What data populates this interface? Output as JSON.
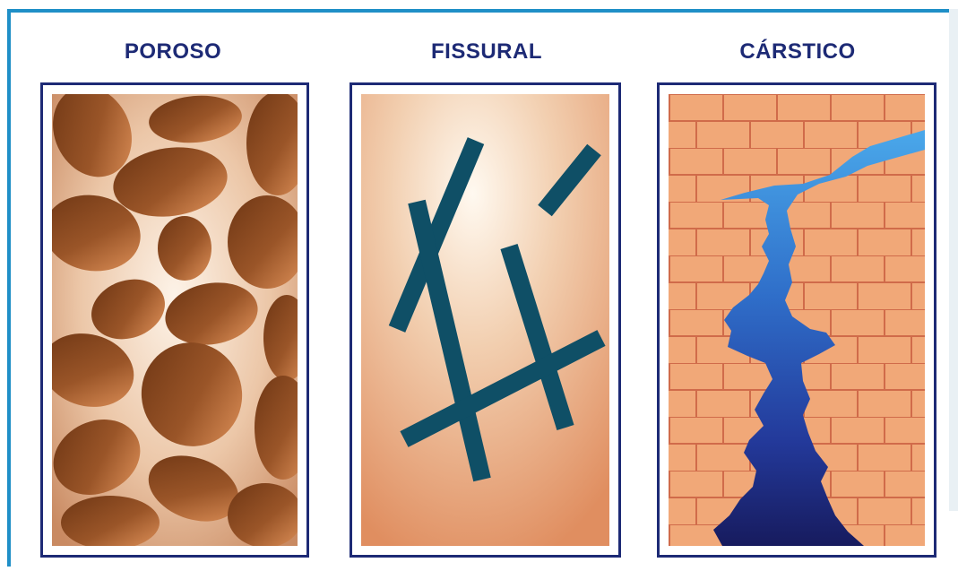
{
  "diagram": {
    "panels": [
      {
        "label": "POROSO"
      },
      {
        "label": "FISSURAL"
      },
      {
        "label": "CÁRSTICO"
      }
    ]
  },
  "colors": {
    "label_text": "#1d2a75",
    "panel_border": "#1d2a75",
    "outer_frame": "#1f8fc7",
    "grain_dark": "#7a3f18",
    "grain_light": "#d98a55",
    "fissure": "#0f4f66",
    "brick": "#f1a878",
    "mortar": "#d06b4a",
    "water_light": "#3b95dd",
    "water_dark": "#1a1f6a"
  }
}
